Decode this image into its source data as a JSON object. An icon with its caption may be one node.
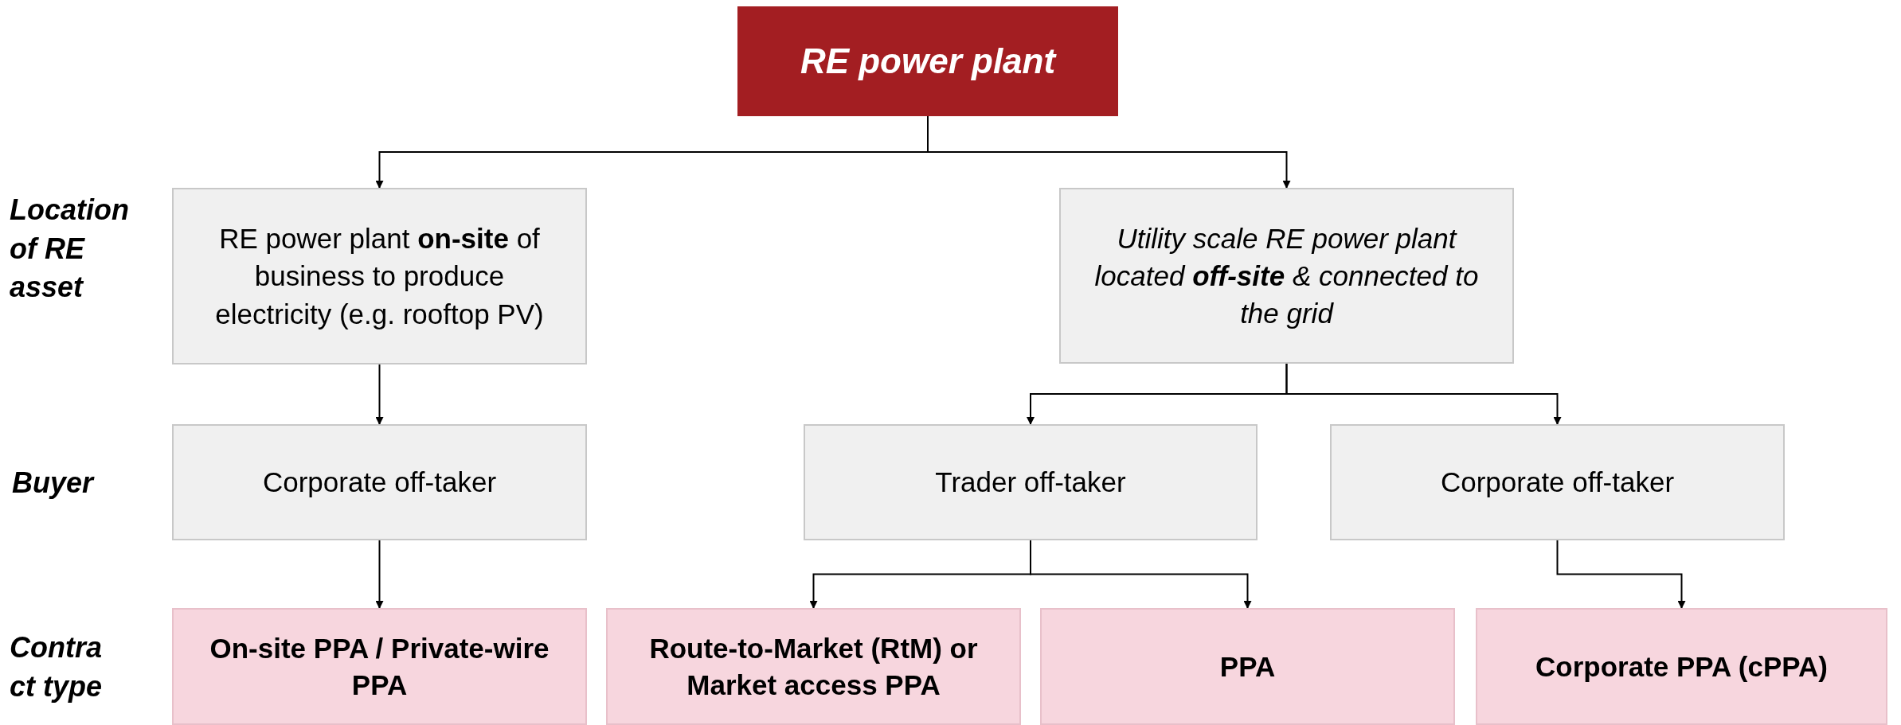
{
  "diagram": {
    "nodes": [
      {
        "text": [
          "RE power plant"
        ]
      },
      {
        "text": [
          "RE power plant **on-site** of business to produce electricity (e.g. rooftop PV)"
        ]
      },
      {
        "text": [
          "Utility scale RE power plant located **off-site** & connected to the grid"
        ]
      },
      {
        "text": [
          "Corporate off-taker"
        ]
      },
      {
        "text": [
          "Trader off-taker"
        ]
      },
      {
        "text": [
          "Corporate off-taker"
        ]
      },
      {
        "text": [
          "On-site PPA / Private-wire PPA"
        ]
      },
      {
        "text": [
          "Route-to-Market (RtM) or Market access PPA"
        ]
      },
      {
        "text": [
          "PPA"
        ]
      },
      {
        "text": [
          "Corporate PPA (cPPA)"
        ]
      }
    ],
    "edges": [
      {
        "from": 0,
        "to": 1,
        "arrow": "to"
      },
      {
        "from": 0,
        "to": 2,
        "arrow": "to"
      },
      {
        "from": 1,
        "to": 3,
        "arrow": "to"
      },
      {
        "from": 2,
        "to": 4,
        "arrow": "to"
      },
      {
        "from": 2,
        "to": 5,
        "arrow": "to"
      },
      {
        "from": 3,
        "to": 6,
        "arrow": "to"
      },
      {
        "from": 4,
        "to": 7,
        "arrow": "to"
      },
      {
        "from": 4,
        "to": 8,
        "arrow": "to"
      },
      {
        "from": 5,
        "to": 9,
        "arrow": "to"
      }
    ],
    "labels": [
      "Location of RE asset",
      "Buyer",
      "Contra ct type"
    ]
  }
}
